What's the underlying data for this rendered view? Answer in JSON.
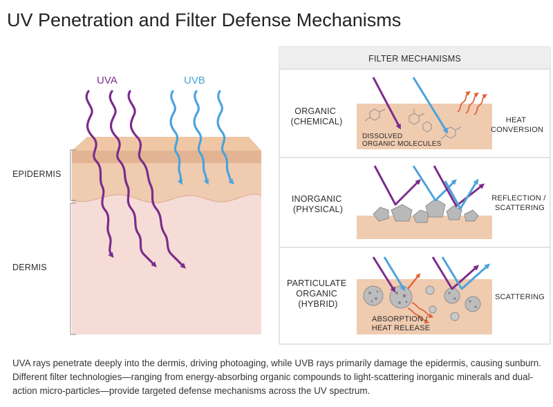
{
  "title": "UV Penetration and Filter Defense Mechanisms",
  "skin": {
    "uva_label": "UVA",
    "uvb_label": "UVB",
    "epidermis_label": "EPIDERMIS",
    "dermis_label": "DERMIS"
  },
  "filters": {
    "header": "FILTER MECHANISMS",
    "rows": [
      {
        "name_lines": [
          "ORGANIC",
          "(CHEMICAL)"
        ],
        "inner_lines": [
          "DISSOLVED",
          "ORGANIC MOLECULES"
        ],
        "effect_lines": [
          "HEAT",
          "CONVERSION"
        ]
      },
      {
        "name_lines": [
          "INORGANIC",
          "(PHYSICAL)"
        ],
        "inner_lines": [],
        "effect_lines": [
          "REFLECTION /",
          "SCATTERING"
        ]
      },
      {
        "name_lines": [
          "PARTICULATE",
          "ORGANIC",
          "(HYBRID)"
        ],
        "inner_lines": [
          "ABSORPTION /",
          "HEAT RELEASE"
        ],
        "effect_lines": [
          "SCATTERING"
        ]
      }
    ]
  },
  "caption": "UVA rays penetrate deeply into the dermis, driving photoaging, while UVB rays primarily damage the epidermis, causing sunburn. Different filter technologies—ranging from energy-absorbing organic compounds to light-scattering inorganic minerals and dual-action micro-particles—provide targeted defense mechanisms across the UV spectrum.",
  "colors": {
    "uva": "#7b2c8c",
    "uvb": "#4aa3dc",
    "heat": "#e0623a",
    "epidermis": "#efcbb0",
    "dermis": "#f6dcd6",
    "panel_border": "#c8c8c8",
    "header_bg": "#eeeeee"
  }
}
